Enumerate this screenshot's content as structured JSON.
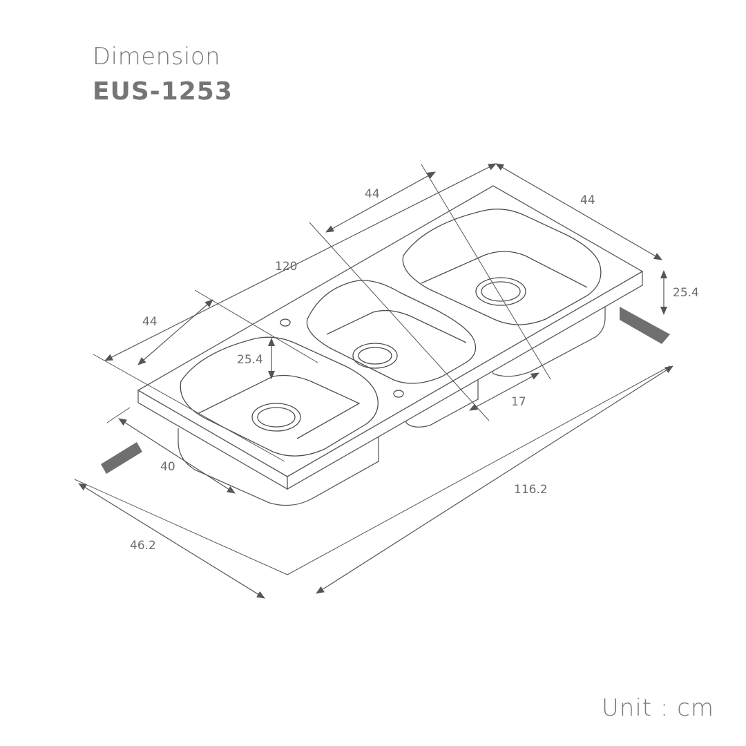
{
  "header": {
    "title": "Dimension",
    "model": "EUS-1253"
  },
  "footer": {
    "unit": "Unit : cm"
  },
  "dimensions": {
    "top_left_bowl_width": "44",
    "top_right_width": "44",
    "overall_length_top": "120",
    "left_bowl_width": "44",
    "bowl_depth_left": "25.4",
    "bowl_depth_right": "25.4",
    "bowl_front_depth": "40",
    "overall_length_bottom": "116.2",
    "overall_width_bottom": "46.2",
    "drainer_gap": "17"
  }
}
